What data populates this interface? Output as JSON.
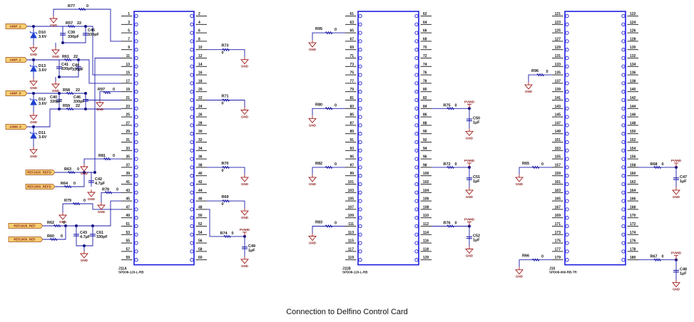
{
  "caption": "Connection to Delfino Control Card",
  "colors": {
    "wire": "#1a1aa8",
    "connector": "#1f1fe0",
    "ground": "#a01c1c",
    "net_label_fill": "#f5d070",
    "net_label_border": "#a0461c",
    "diode": "#1f3fd0"
  },
  "connectors": [
    {
      "ref": "J11A",
      "part": "SPD08-120-L-RB",
      "first_pin": 1,
      "rows": 30
    },
    {
      "ref": "J11B",
      "part": "SPD08-120-L-RB",
      "first_pin": 61,
      "rows": 30
    },
    {
      "ref": "J10",
      "part": "SPD08-060-RB-TR",
      "first_pin": 121,
      "rows": 30
    }
  ],
  "net_labels": [
    "AINP_1",
    "AINP_2",
    "AINP_0",
    "AINM_0",
    "REF2025_REFD",
    "REF2050_REFD",
    "REF2025_REF",
    "REF2050_REF"
  ],
  "power_symbol": "PVMID",
  "ground_symbol": "GND",
  "diodes": [
    {
      "ref": "D10",
      "value": "3.6V"
    },
    {
      "ref": "D13",
      "value": "3.6V"
    },
    {
      "ref": "D12",
      "value": "3.6V"
    },
    {
      "ref": "D11",
      "value": "3.6V"
    }
  ],
  "resistors": [
    {
      "ref": "R77",
      "value": "0"
    },
    {
      "ref": "R57",
      "value": "22"
    },
    {
      "ref": "R61",
      "value": "22"
    },
    {
      "ref": "R58",
      "value": "22"
    },
    {
      "ref": "R59",
      "value": "22"
    },
    {
      "ref": "R97",
      "value": "0"
    },
    {
      "ref": "R81",
      "value": "0"
    },
    {
      "ref": "R63",
      "value": "0"
    },
    {
      "ref": "R64",
      "value": "0"
    },
    {
      "ref": "R78",
      "value": "0"
    },
    {
      "ref": "R79",
      "value": "0"
    },
    {
      "ref": "R62",
      "value": "0"
    },
    {
      "ref": "R60",
      "value": "0"
    },
    {
      "ref": "R73",
      "value": "0"
    },
    {
      "ref": "R71",
      "value": "0"
    },
    {
      "ref": "R70",
      "value": "0"
    },
    {
      "ref": "R69",
      "value": "0"
    },
    {
      "ref": "R74",
      "value": "0"
    },
    {
      "ref": "R95",
      "value": "0"
    },
    {
      "ref": "R80",
      "value": "0"
    },
    {
      "ref": "R82",
      "value": "0"
    },
    {
      "ref": "R83",
      "value": "0"
    },
    {
      "ref": "R75",
      "value": "0"
    },
    {
      "ref": "R72",
      "value": "0"
    },
    {
      "ref": "R76",
      "value": "0"
    },
    {
      "ref": "R96",
      "value": "0"
    },
    {
      "ref": "R65",
      "value": "0"
    },
    {
      "ref": "R66",
      "value": "0"
    },
    {
      "ref": "R68",
      "value": "0"
    },
    {
      "ref": "R67",
      "value": "0"
    }
  ],
  "capacitors": [
    {
      "ref": "C39",
      "value": "330pF"
    },
    {
      "ref": "C45",
      "value": "330pF"
    },
    {
      "ref": "C41",
      "value": "330pF"
    },
    {
      "ref": "C44",
      "value": "330pF"
    },
    {
      "ref": "C40",
      "value": "330pF"
    },
    {
      "ref": "C46",
      "value": "330pF"
    },
    {
      "ref": "C42",
      "value": "4.7µF"
    },
    {
      "ref": "C43",
      "value": "4.7µF"
    },
    {
      "ref": "C61",
      "value": "330pF"
    },
    {
      "ref": "C49",
      "value": "1µF"
    },
    {
      "ref": "C50",
      "value": "1µF"
    },
    {
      "ref": "C51",
      "value": "1µF"
    },
    {
      "ref": "C52",
      "value": "1µF"
    },
    {
      "ref": "C47",
      "value": "1µF"
    },
    {
      "ref": "C48",
      "value": "1µF"
    }
  ]
}
